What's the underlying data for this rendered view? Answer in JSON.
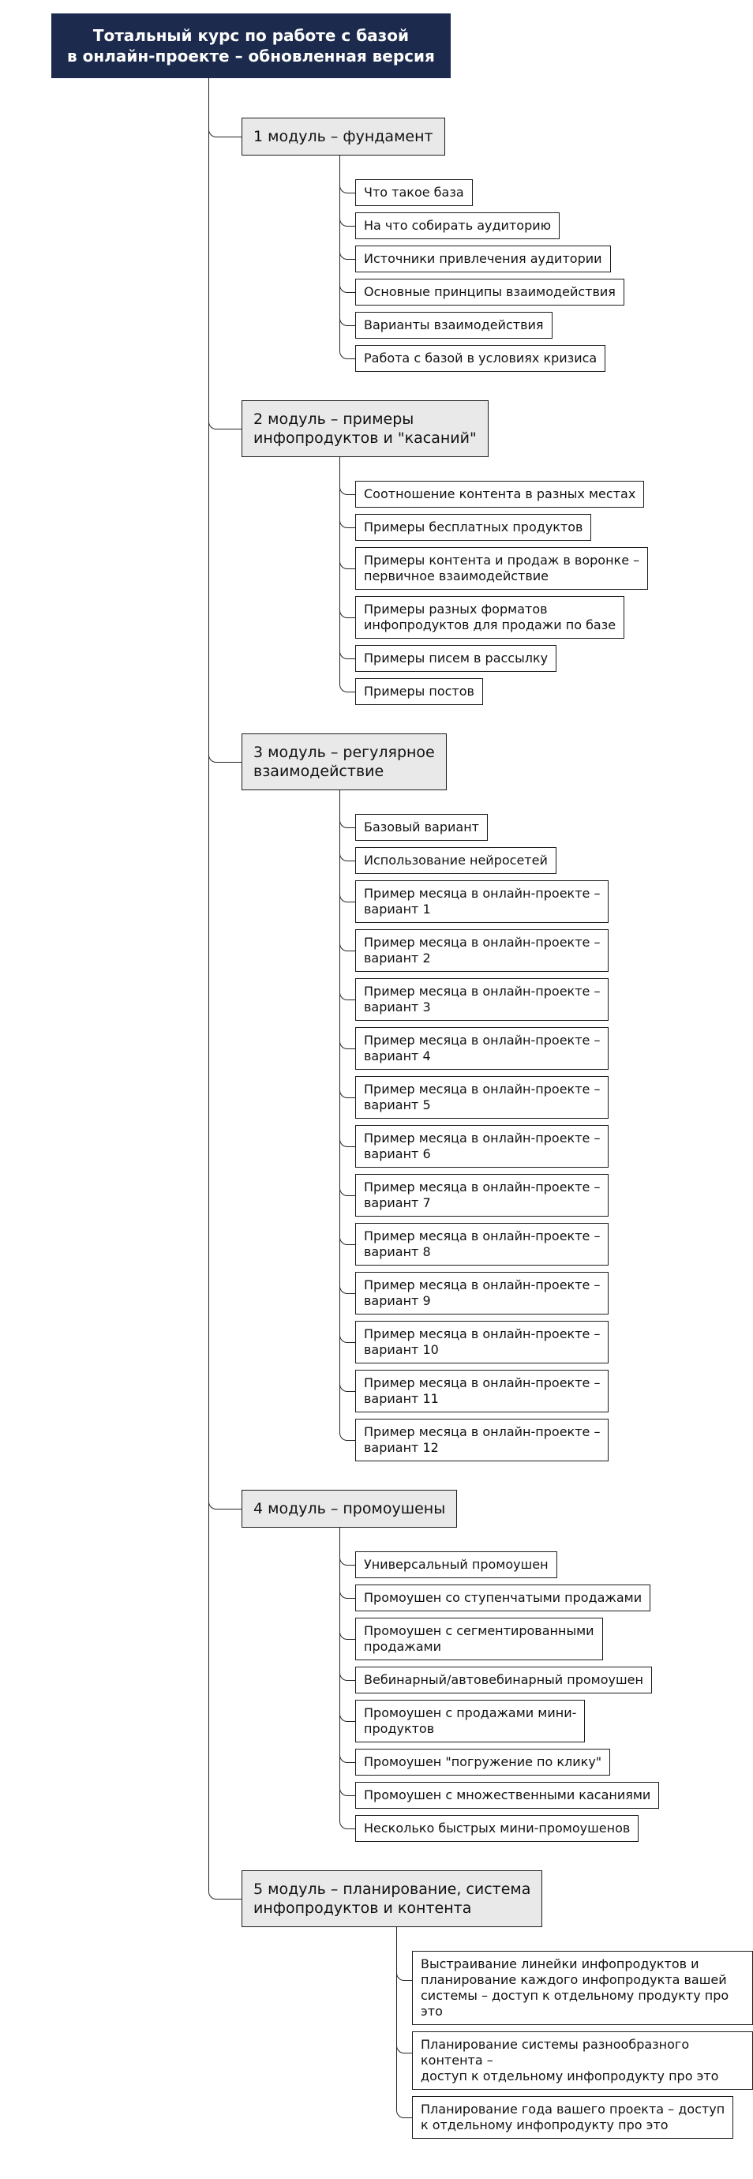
{
  "root": {
    "title": "Тотальный курс по работе с базой\nв онлайн-проекте – обновленная версия"
  },
  "colors": {
    "root_bg": "#1c2b4d",
    "module_bg": "#e9e9e9",
    "leaf_bg": "#ffffff",
    "line": "#242424"
  },
  "modules": [
    {
      "label": "1 модуль – фундамент",
      "children": [
        "Что такое база",
        "На что собирать аудиторию",
        "Источники привлечения аудитории",
        "Основные принципы взаимодействия",
        "Варианты взаимодействия",
        "Работа с базой в условиях кризиса"
      ]
    },
    {
      "label": "2 модуль – примеры\nинфопродуктов и \"касаний\"",
      "children": [
        "Соотношение контента в разных местах",
        "Примеры бесплатных продуктов",
        "Примеры контента и продаж в воронке –\nпервичное взаимодействие",
        "Примеры разных форматов\nинфопродуктов для продажи по базе",
        "Примеры писем в рассылку",
        "Примеры постов"
      ]
    },
    {
      "label": "3 модуль – регулярное\nвзаимодействие",
      "children": [
        "Базовый вариант",
        "Использование нейросетей",
        "Пример месяца в онлайн-проекте –\nвариант 1",
        "Пример месяца в онлайн-проекте –\nвариант 2",
        "Пример месяца в онлайн-проекте –\nвариант 3",
        "Пример месяца в онлайн-проекте –\nвариант 4",
        "Пример месяца в онлайн-проекте –\nвариант 5",
        "Пример месяца в онлайн-проекте –\nвариант 6",
        "Пример месяца в онлайн-проекте –\nвариант 7",
        "Пример месяца в онлайн-проекте –\nвариант 8",
        "Пример месяца в онлайн-проекте –\nвариант 9",
        "Пример месяца в онлайн-проекте –\nвариант 10",
        "Пример месяца в онлайн-проекте –\nвариант 11",
        "Пример месяца в онлайн-проекте –\nвариант 12"
      ]
    },
    {
      "label": "4 модуль – промоушены",
      "children": [
        "Универсальный промоушен",
        "Промоушен со ступенчатыми продажами",
        "Промоушен с сегментированными\nпродажами",
        "Вебинарный/автовебинарный промоушен",
        "Промоушен с продажами мини-\nпродуктов",
        "Промоушен \"погружение по клику\"",
        "Промоушен с множественными касаниями",
        "Несколько быстрых мини-промоушенов"
      ]
    },
    {
      "label": "5 модуль – планирование, система\nинфопродуктов и контента",
      "children": [
        "Выстраивание линейки инфопродуктов и\nпланирование каждого инфопродукта вашей\nсистемы – доступ к отдельному продукту про это",
        "Планирование системы разнообразного контента –\nдоступ к отдельному инфопродукту про это",
        "Планирование года вашего проекта – доступ\nк отдельному инфопродукту про это"
      ]
    }
  ]
}
